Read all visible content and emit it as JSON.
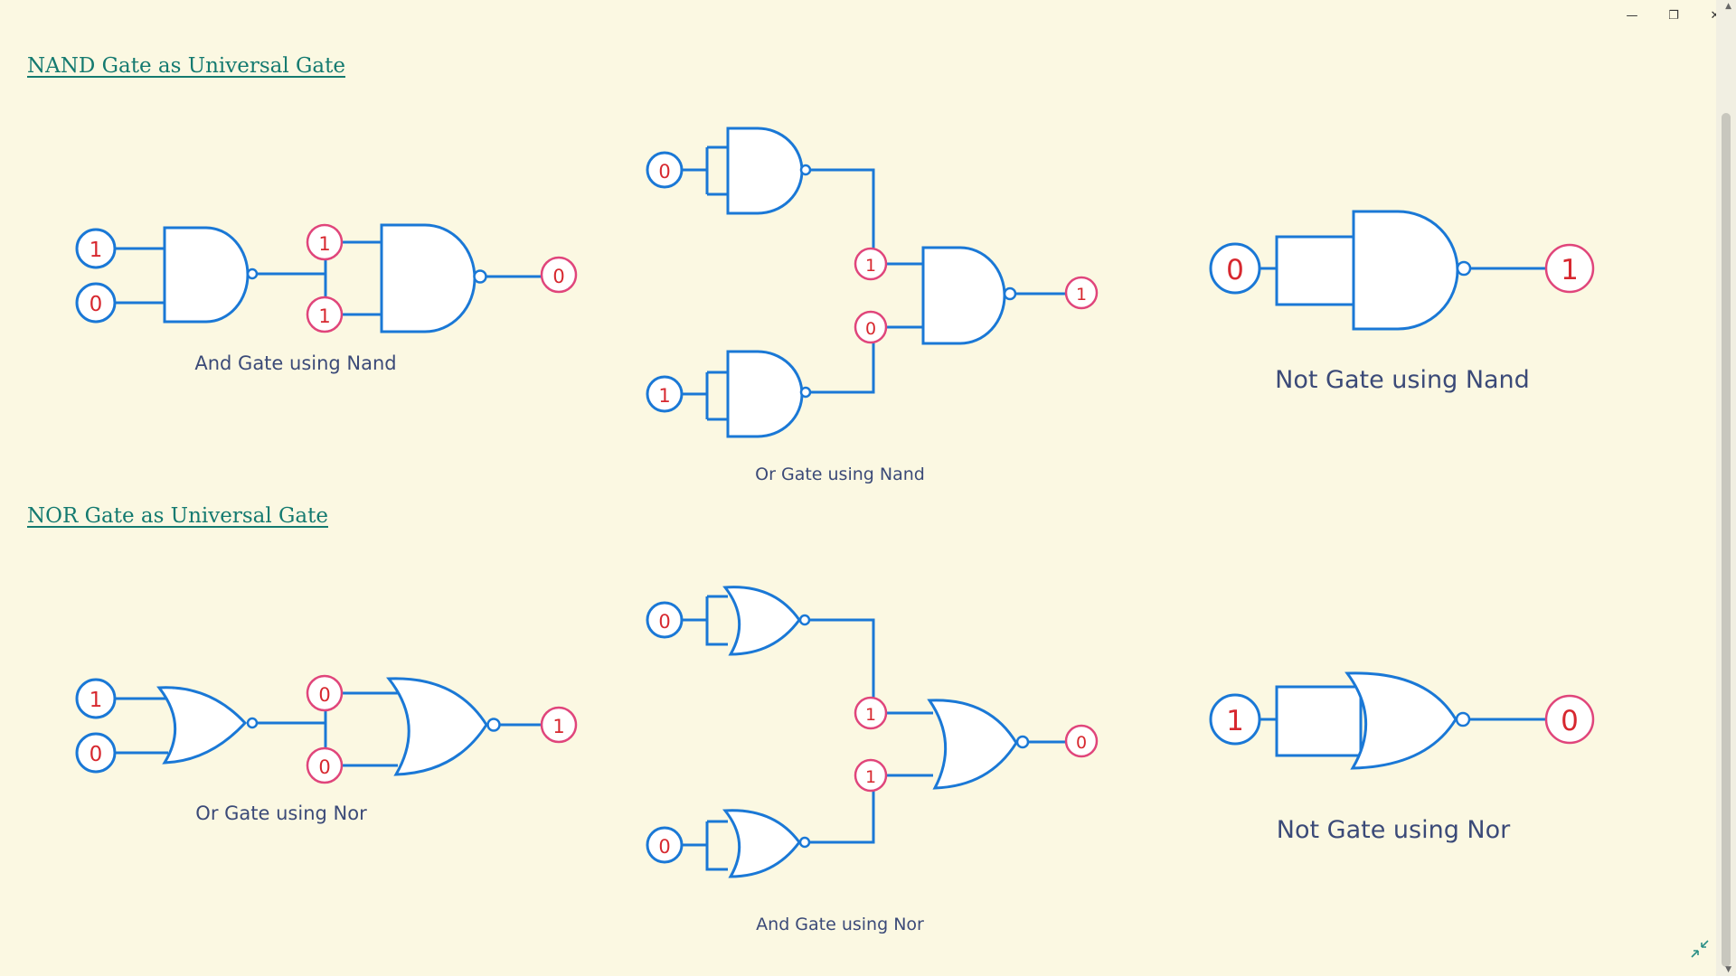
{
  "window": {
    "minimize_glyph": "—",
    "restore_glyph": "❐",
    "close_glyph": "✕"
  },
  "colors": {
    "background": "#fbf8e2",
    "gate_stroke": "#1a78d6",
    "input_ring": "#1a78d6",
    "pin_ring": "#e0457b",
    "digit": "#d7282f",
    "heading": "#147a70",
    "caption": "#3b4a78"
  },
  "nand_section": {
    "heading": "NAND Gate as Universal Gate",
    "and_using_nand": {
      "caption": "And Gate using Nand",
      "in_a": "1",
      "in_b": "0",
      "mid_a": "1",
      "mid_b": "1",
      "out": "0"
    },
    "or_using_nand": {
      "caption": "Or Gate using Nand",
      "top_in": "0",
      "bottom_in": "1",
      "mid_a": "1",
      "mid_b": "0",
      "out": "1"
    },
    "not_using_nand": {
      "caption": "Not Gate using Nand",
      "in": "0",
      "out": "1"
    }
  },
  "nor_section": {
    "heading": "NOR Gate as Universal Gate",
    "or_using_nor": {
      "caption": "Or Gate using Nor",
      "in_a": "1",
      "in_b": "0",
      "mid_a": "0",
      "mid_b": "0",
      "out": "1"
    },
    "and_using_nor": {
      "caption": "And Gate using Nor",
      "top_in": "0",
      "bottom_in": "0",
      "mid_a": "1",
      "mid_b": "1",
      "out": "0"
    },
    "not_using_nor": {
      "caption": "Not Gate using Nor",
      "in": "1",
      "out": "0"
    }
  }
}
